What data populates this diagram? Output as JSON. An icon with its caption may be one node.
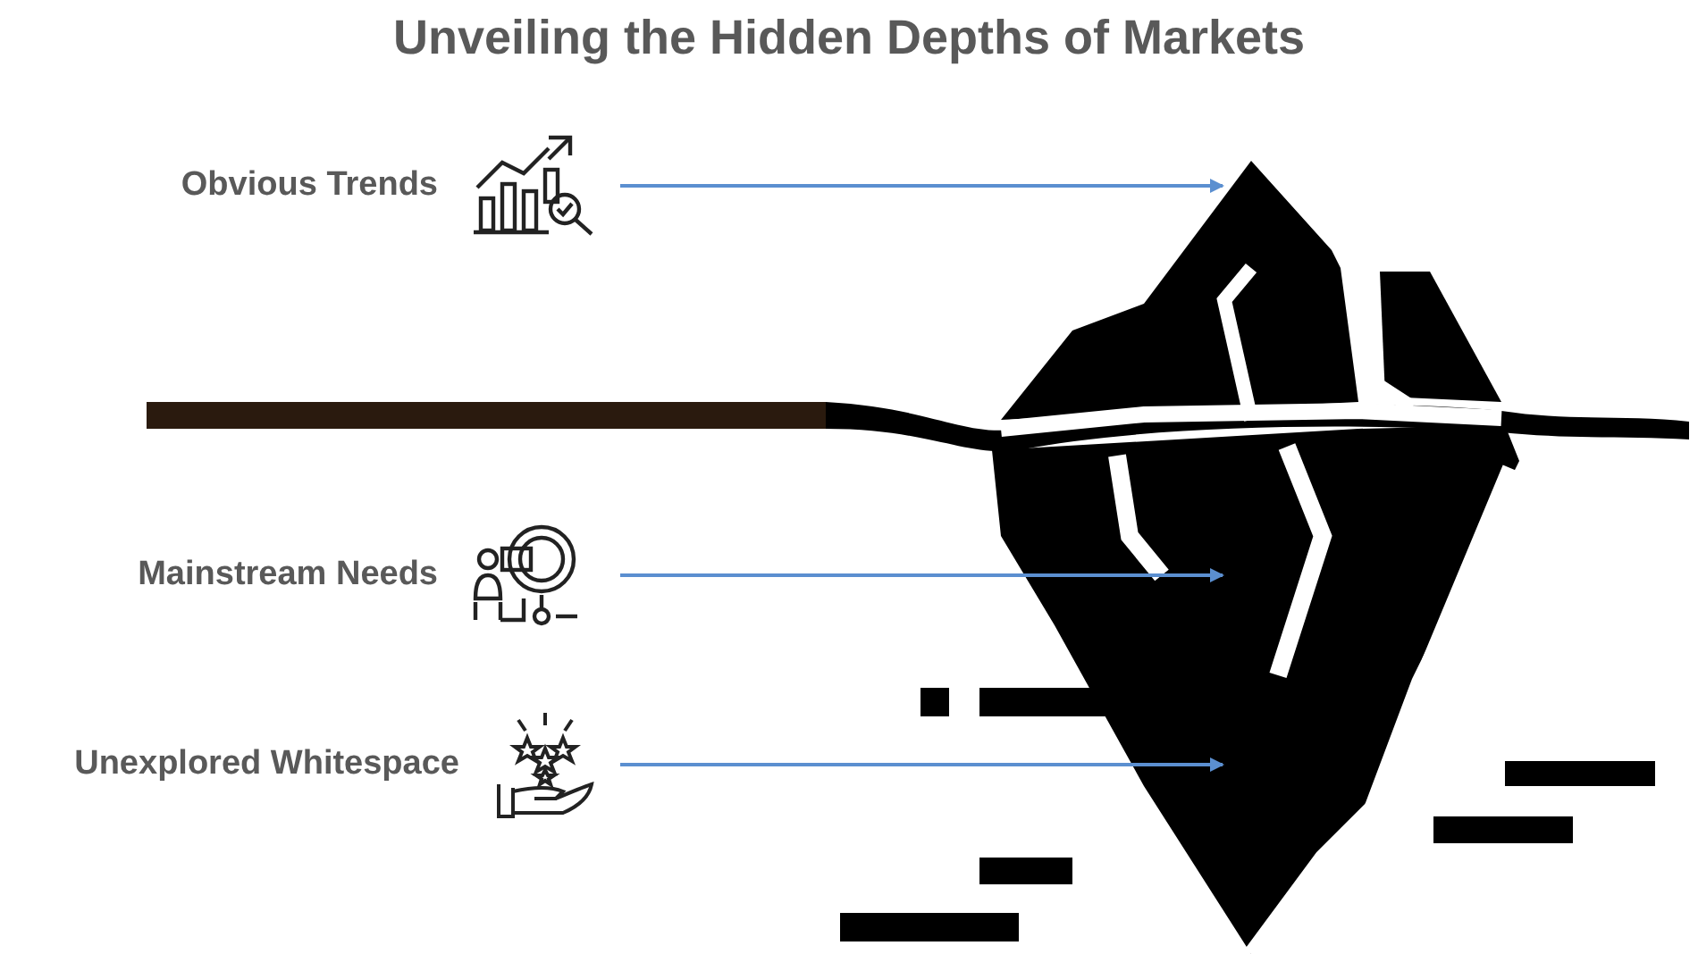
{
  "diagram": {
    "title": "Unveiling the Hidden Depths of Markets",
    "nodes": [
      {
        "text": [
          "Obvious Trends"
        ]
      },
      {
        "text": [
          "Mainstream Needs"
        ]
      },
      {
        "text": [
          "Unexplored Whitespace"
        ]
      }
    ],
    "edges": [
      {
        "from": 0,
        "to": null,
        "arrow": "to"
      },
      {
        "from": 1,
        "to": null,
        "arrow": "to"
      },
      {
        "from": 2,
        "to": null,
        "arrow": "to"
      }
    ]
  }
}
